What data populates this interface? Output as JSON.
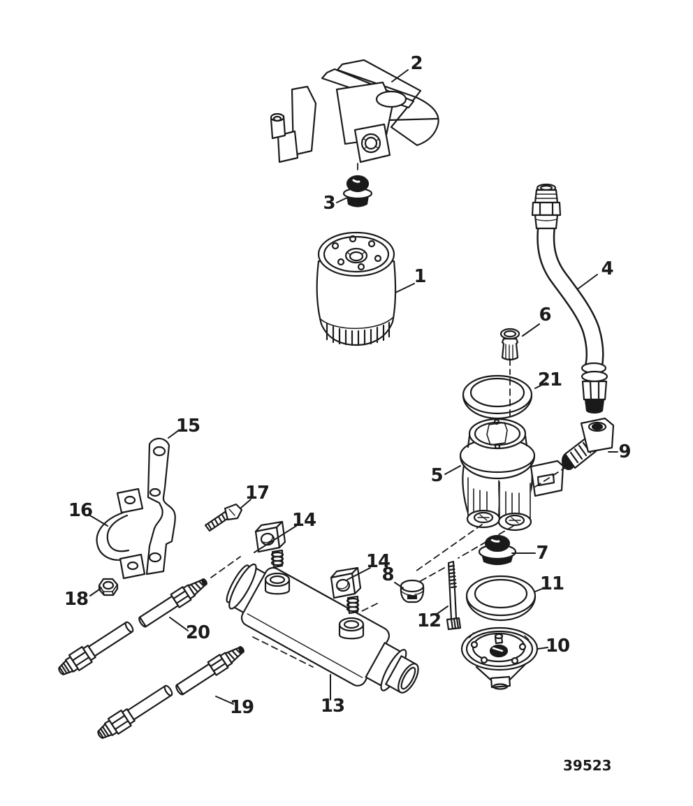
{
  "diagram": {
    "drawing_number": "39523",
    "callouts": {
      "n1": "1",
      "n2": "2",
      "n3": "3",
      "n4": "4",
      "n5": "5",
      "n6": "6",
      "n7": "7",
      "n8": "8",
      "n9": "9",
      "n10": "10",
      "n11": "11",
      "n12": "12",
      "n13": "13",
      "n14a": "14",
      "n14b": "14",
      "n15": "15",
      "n16": "16",
      "n17": "17",
      "n18": "18",
      "n19": "19",
      "n20": "20",
      "n21": "21"
    }
  },
  "colors": {
    "ink": "#1a1a1a",
    "background": "#ffffff"
  }
}
